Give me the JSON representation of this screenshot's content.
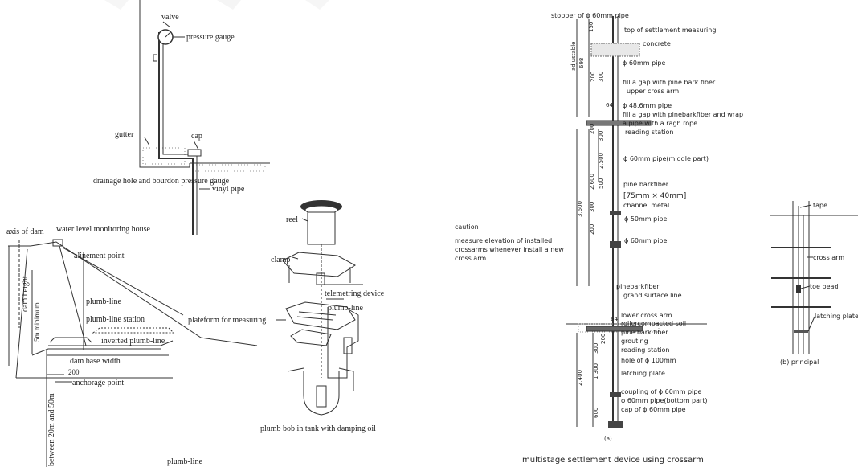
{
  "drainage": {
    "labels": {
      "valve": "valve",
      "pressure_gauge": "pressure gauge",
      "gutter": "gutter",
      "cap": "cap",
      "vinyl_pipe": "vinyl pipe"
    },
    "caption": "drainage hole and bourdon pressure gauge"
  },
  "plumb": {
    "labels": {
      "axis_of_dam": "axis of dam",
      "house": "water level monitoring house",
      "alinement": "alinement point",
      "dam_height": "dam height",
      "minimum": "5m minimum",
      "plumb_line": "plumb-line",
      "station": "plumb-line station",
      "inverted": "inverted plumb-line",
      "base_width": "dam base width",
      "between": "between 20m and 50m",
      "dim_200": "200",
      "anchorage": "anchorage point"
    },
    "caption": "plumb-line"
  },
  "device": {
    "labels": {
      "reel": "reel",
      "clamp": "clamp",
      "telemetring": "telemetring device",
      "plumb_line": "plumb-line",
      "plateform": "plateform for measuring",
      "bob": "plumb bob in tank with damping oil"
    }
  },
  "settlement": {
    "labels": [
      "stopper of ϕ 60mm pipe",
      "top of settlement measuring",
      "concrete",
      "ϕ 60mm pipe",
      "fill a gap with pine bark fiber",
      "upper cross arm",
      "ϕ 48.6mm pipe",
      "fill a gap with pinebarkfiber and wrap",
      "a pipe with a ragh rope",
      "reading station",
      "ϕ 60mm pipe(middle part)",
      "pine barkfiber",
      "[75mm × 40mm]",
      "channel metal",
      "ϕ 50mm pipe",
      "ϕ 60mm pipe",
      "pinebarkfiber",
      "grand surface line",
      "lower cross arm",
      "rollercompacted soil",
      "pine bark fiber",
      "grouting",
      "reading station",
      "hole of ϕ 100mm",
      "latching plate",
      "coupling of ϕ 60mm pipe",
      "ϕ 60mm pipe(bottom part)",
      "cap of ϕ 60mm pipe"
    ],
    "dims": {
      "d150": "150",
      "d698": "698",
      "adjustable": "adjustable",
      "d200": "200",
      "d300": "300",
      "d64": "64",
      "d200b": "200",
      "d3600": "3,600",
      "d2600": "2,600",
      "d2500": "2,500",
      "d300b": "300",
      "d500": "500",
      "d300c": "300",
      "d200c": "200",
      "d64b": "64",
      "d2400": "2,400",
      "d200d": "200",
      "d300d": "300",
      "d1300": "1,300",
      "d600": "600"
    },
    "caution": [
      "caution",
      "measure elevation of installed",
      "crossarms whenever install a new",
      "cross arm"
    ],
    "sub_a": "(a)",
    "caption": "multistage settlement device using crossarm"
  },
  "principal": {
    "labels": {
      "tape": "tape",
      "cross_arm": "cross arm",
      "toe_bead": "toe bead",
      "latching": "latching plate"
    },
    "caption": "(b) principal"
  }
}
